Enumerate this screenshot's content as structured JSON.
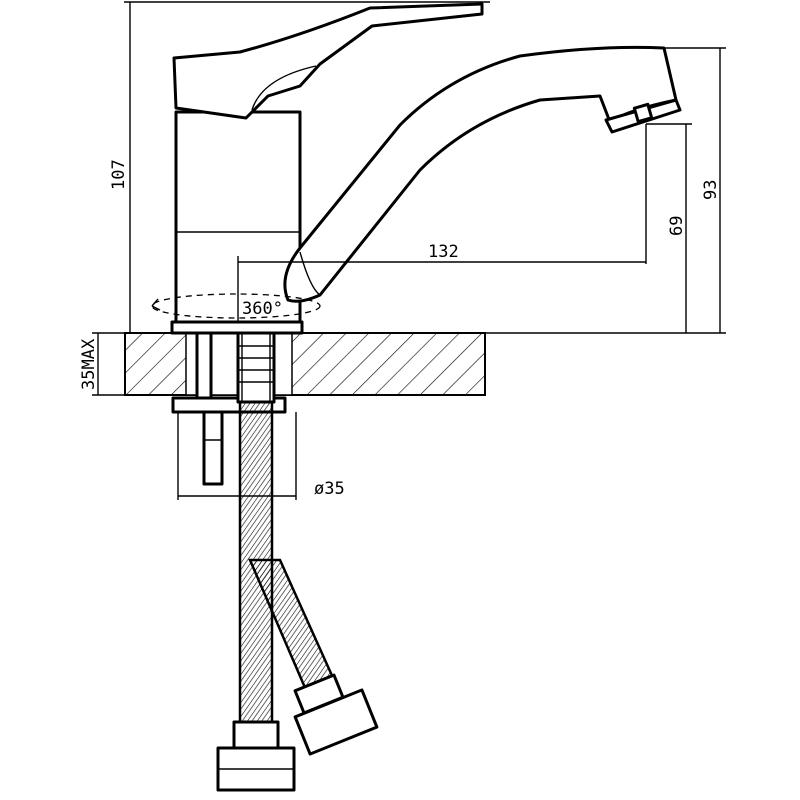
{
  "diagram": {
    "dimensions": {
      "height_total": "107",
      "spout_height": "93",
      "aerator_height": "69",
      "spout_reach": "132",
      "rotation": "360°",
      "counter_thickness": "35MAX",
      "hole_diameter": "ø35"
    }
  }
}
